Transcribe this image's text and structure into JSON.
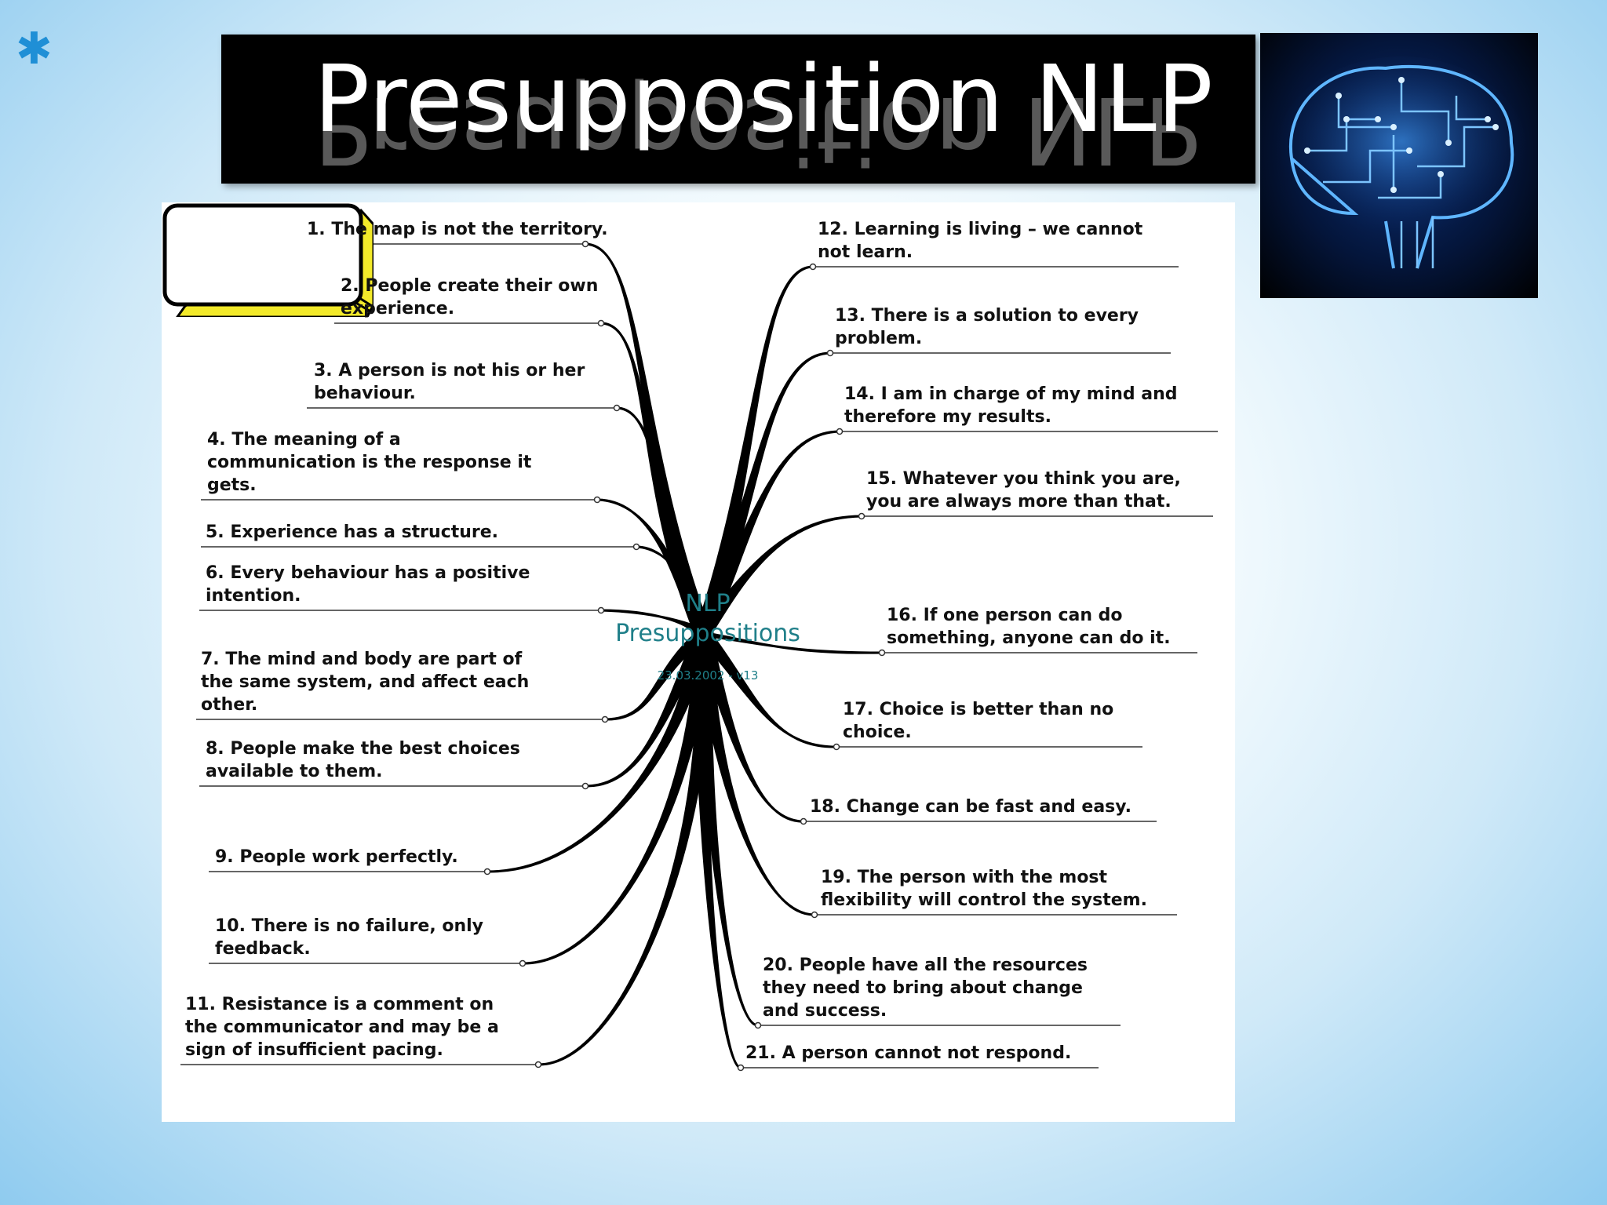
{
  "slide": {
    "title": "Presupposition NLP",
    "bullet_icon": "star-bullet-icon",
    "brain_image_icon": "circuit-brain-icon"
  },
  "diagram": {
    "center": {
      "title_line1": "NLP",
      "title_line2": "Presuppositions",
      "date": "23.03.2002 - v13"
    },
    "left_items": [
      [
        "1. The map is not the territory."
      ],
      [
        "2. People create their own",
        "experience."
      ],
      [
        "3. A person is not his or her",
        "behaviour."
      ],
      [
        "4. The meaning of a",
        "communication is the response it",
        "gets."
      ],
      [
        "5. Experience has a structure."
      ],
      [
        "6. Every behaviour has a positive",
        "intention."
      ],
      [
        "7. The mind and body are part of",
        "the same system, and affect each",
        "other."
      ],
      [
        "8. People make the best choices",
        "available to them."
      ],
      [
        "9. People work perfectly."
      ],
      [
        "10. There is no failure, only",
        "feedback."
      ],
      [
        "11. Resistance is a comment on",
        "the communicator and may be a",
        "sign of insufficient pacing."
      ]
    ],
    "right_items": [
      [
        "12. Learning is living – we cannot",
        "not learn."
      ],
      [
        "13. There is a solution to every",
        "problem."
      ],
      [
        "14. I am in charge of my mind and",
        "therefore my results."
      ],
      [
        "15. Whatever you think you are,",
        "you are always more than that."
      ],
      [
        "16. If one person can do",
        "something, anyone can do it."
      ],
      [
        "17. Choice is better than no",
        "choice."
      ],
      [
        "18. Change can be fast and easy."
      ],
      [
        "19. The person with the most",
        "flexibility will control the system."
      ],
      [
        "20. People have all the resources",
        "they need to bring about change",
        "and success."
      ],
      [
        "21. A person cannot not respond."
      ]
    ]
  }
}
